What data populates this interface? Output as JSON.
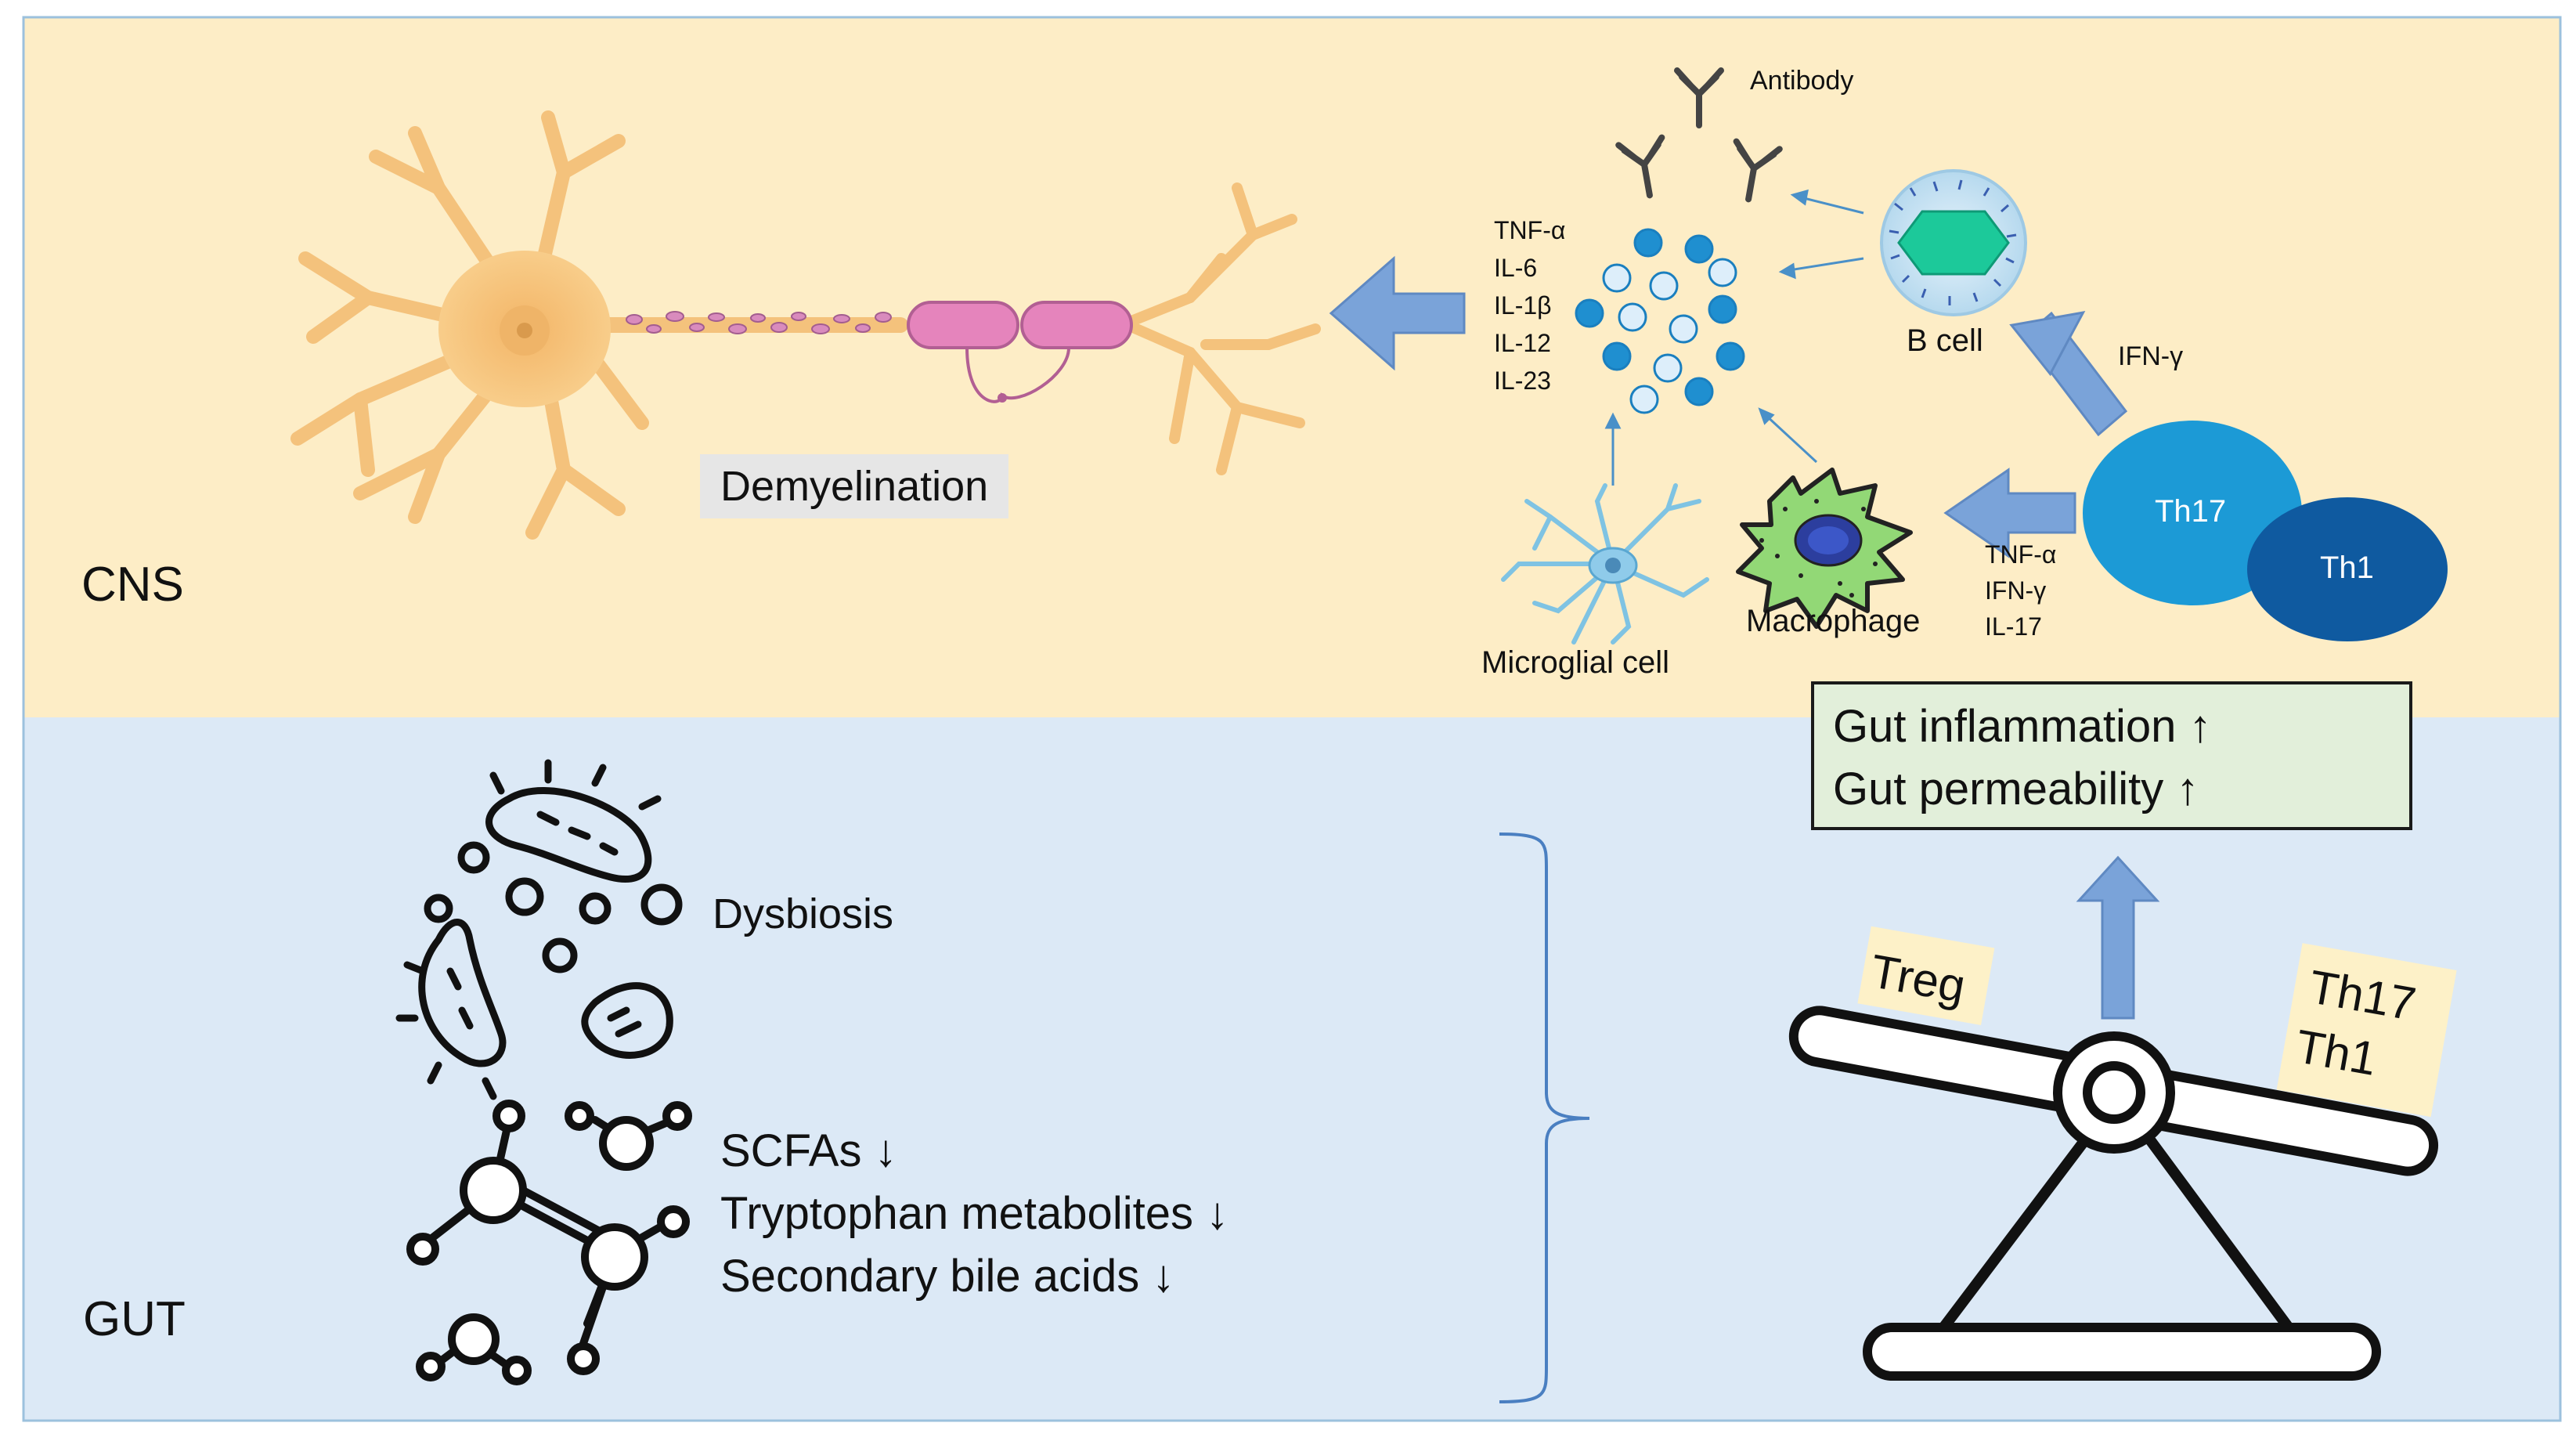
{
  "regions": {
    "cns": "CNS",
    "gut": "GUT"
  },
  "neuron": {
    "label": "Demyelination"
  },
  "cytokines_center": [
    "TNF-α",
    "IL-6",
    "IL-1β",
    "IL-12",
    "IL-23"
  ],
  "cells": {
    "antibody": "Antibody",
    "b_cell": "B cell",
    "ifn_gamma": "IFN-γ",
    "th17": "Th17",
    "th1": "Th1",
    "macrophage": "Macrophage",
    "microglial": "Microglial cell"
  },
  "cytokines_th": [
    "TNF-α",
    "IFN-γ",
    "IL-17"
  ],
  "gut_effects": [
    "Gut inflammation ↑",
    "Gut permeability ↑"
  ],
  "gut": {
    "dysbiosis": "Dysbiosis",
    "metabolites": [
      "SCFAs ↓",
      "Tryptophan metabolites ↓",
      "Secondary bile acids ↓"
    ]
  },
  "balance": {
    "left": "Treg",
    "right_line1": "Th17",
    "right_line2": "Th1"
  },
  "colors": {
    "cns_bg": "#fdedc6",
    "gut_bg": "#dce9f6",
    "arrow": "#7aa3d9",
    "th17": "#1c9ad6",
    "th1": "#0f5aa0",
    "neuron": "#f7cd8a",
    "myelin": "#e07fb6",
    "box": "#e2efda",
    "note": "#fdf1c8"
  }
}
